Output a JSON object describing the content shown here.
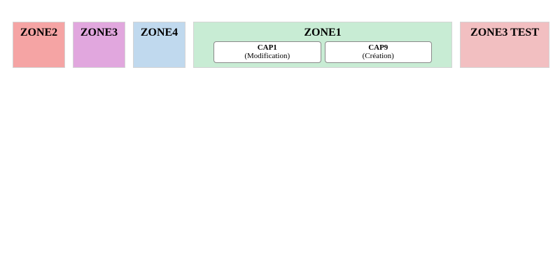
{
  "zones": {
    "zone2": {
      "label": "ZONE2",
      "color": "#f5a4a4"
    },
    "zone3": {
      "label": "ZONE3",
      "color": "#e1a7de"
    },
    "zone4": {
      "label": "ZONE4",
      "color": "#c0d9ee"
    },
    "zone1": {
      "label": "ZONE1",
      "color": "#c8ecd4",
      "cards": [
        {
          "title": "CAP1",
          "subtitle": "(Modification)"
        },
        {
          "title": "CAP9",
          "subtitle": "(Création)"
        }
      ]
    },
    "zone3_test": {
      "label": "ZONE3 TEST",
      "color": "#f2bfc1"
    }
  },
  "colors": {
    "page_bg": "#ffffff",
    "zone_border": "#d4d4d4",
    "card_bg": "#ffffff",
    "card_border": "#8a8a8a",
    "text": "#000000"
  }
}
